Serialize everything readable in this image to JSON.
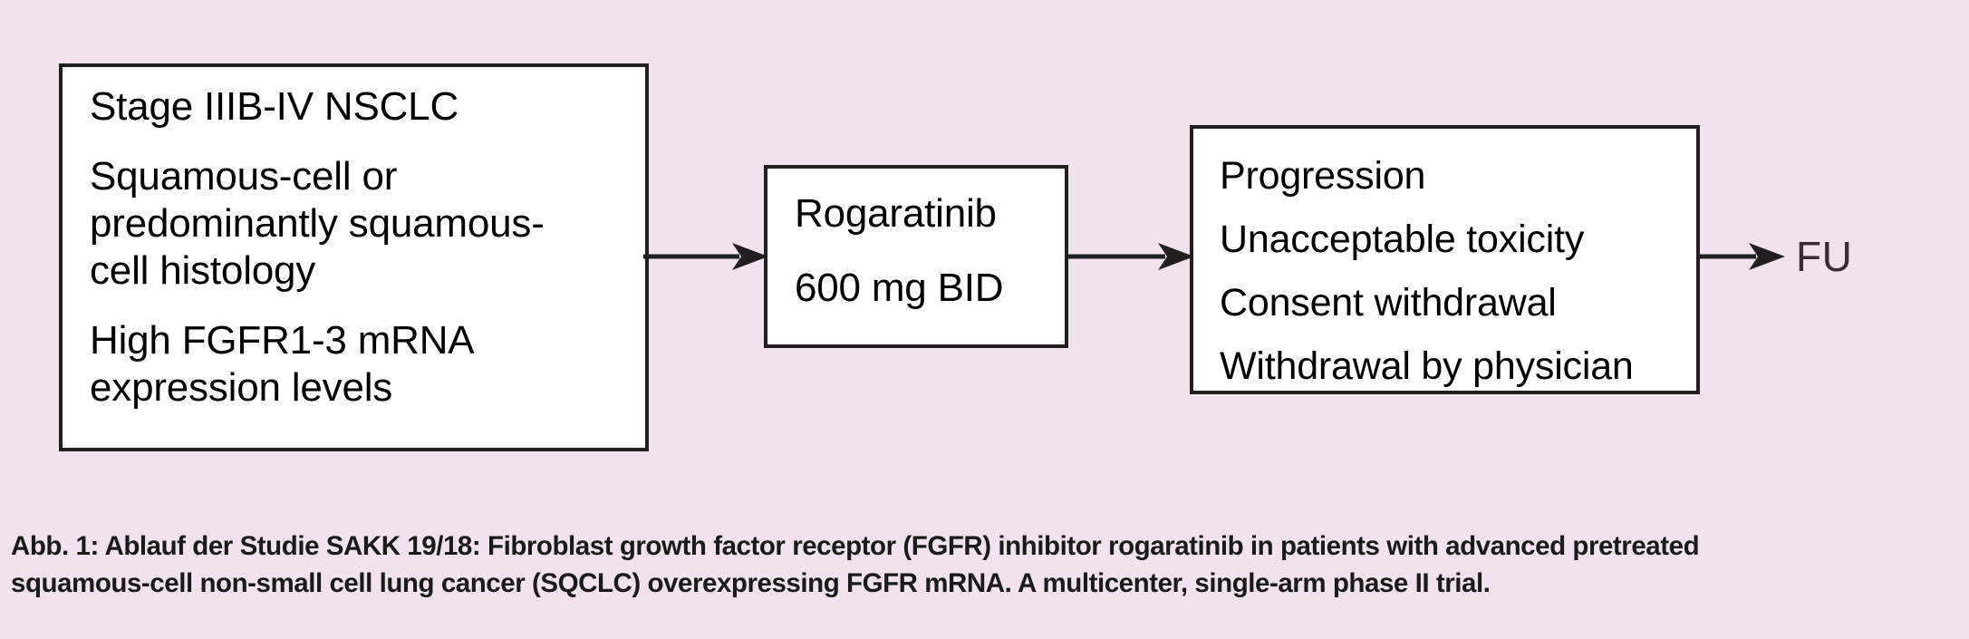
{
  "background_color": "#f2e2f0",
  "diagram": {
    "type": "flowchart",
    "boxes": [
      {
        "name": "eligibility",
        "paragraphs": [
          "Stage IIIB-IV NSCLC",
          "Squamous-cell or\npredominantly squamous-\ncell histology",
          "High FGFR1-3 mRNA\nexpression levels"
        ]
      },
      {
        "name": "treatment",
        "paragraphs": [
          "Rogaratinib",
          "600 mg  BID"
        ]
      },
      {
        "name": "discontinuation",
        "lines": [
          "Progression",
          "Unacceptable toxicity",
          "Consent withdrawal",
          "Withdrawal by physician"
        ]
      }
    ],
    "arrows": [
      {
        "name": "arrow-eligibility-to-treatment",
        "direction": "right"
      },
      {
        "name": "arrow-treatment-to-discontinuation",
        "direction": "right"
      },
      {
        "name": "arrow-discontinuation-to-followup",
        "direction": "right"
      }
    ],
    "followup_label": "FU",
    "followup_label_color": "#3c2b35",
    "box_border_color": "#231f20",
    "box_fill_color": "#ffffff",
    "text_color": "#000000"
  },
  "caption": {
    "line1": "Abb. 1: Ablauf der Studie SAKK 19/18: Fibroblast growth factor receptor (FGFR) inhibitor rogaratinib in patients with advanced pretreated",
    "line2": "squamous-cell non-small cell lung cancer (SQCLC) overexpressing FGFR mRNA. A multicenter, single-arm phase II trial.",
    "full_text": "Abb. 1: Ablauf der Studie SAKK 19/18: Fibroblast growth factor receptor (FGFR) inhibitor rogaratinib in patients with advanced pretreated squamous-cell non-small cell lung cancer (SQCLC) overexpressing FGFR mRNA. A multicenter, single-arm phase II trial."
  }
}
